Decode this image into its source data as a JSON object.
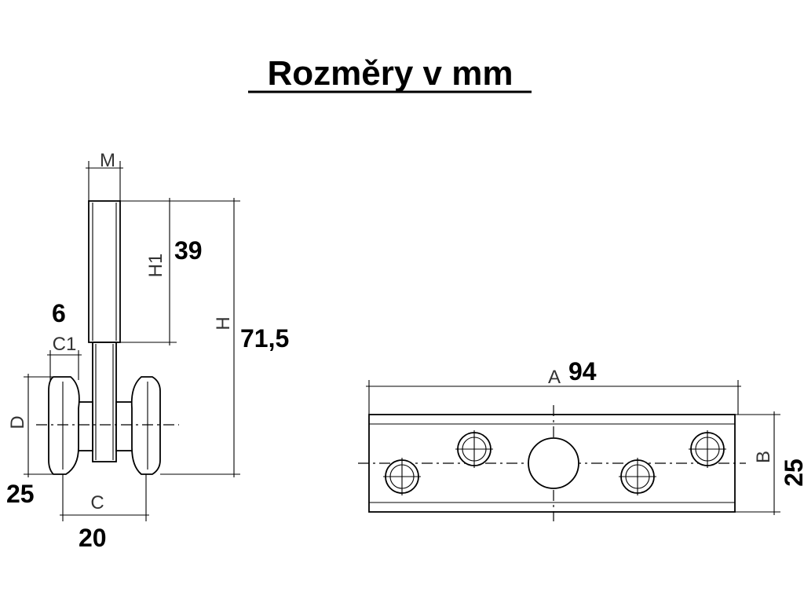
{
  "title": "Rozměry v mm",
  "labels": {
    "M": "M",
    "H1": "H1",
    "H": "H",
    "C1": "C1",
    "D": "D",
    "C": "C",
    "A": "A",
    "B": "B"
  },
  "values": {
    "H1": "39",
    "H": "71,5",
    "C1": "6",
    "D": "25",
    "C": "20",
    "A": "94",
    "B": "25"
  }
}
